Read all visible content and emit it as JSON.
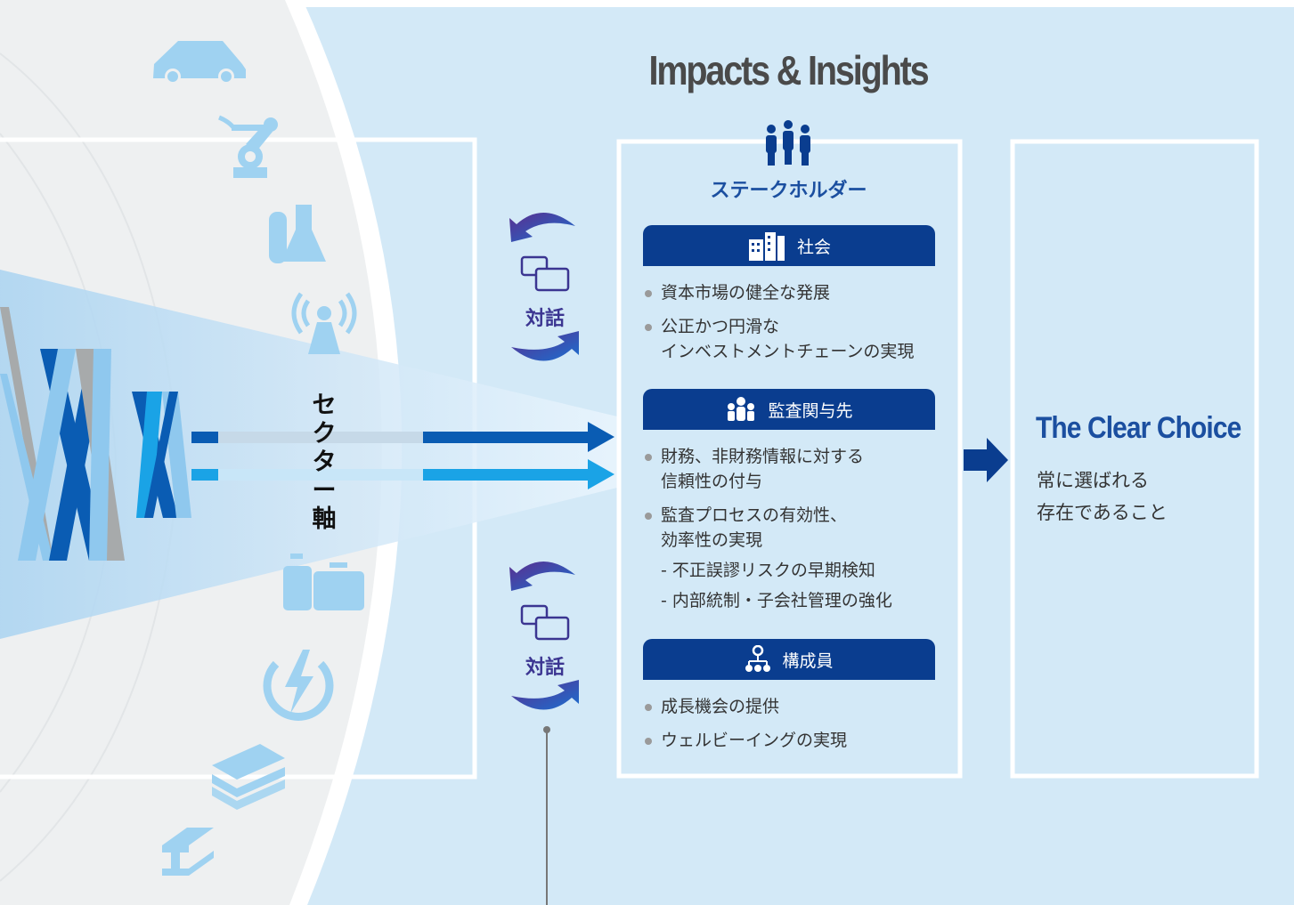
{
  "title": "Impacts & Insights",
  "sector_axis": [
    "セ",
    "ク",
    "タ",
    "ー",
    "軸"
  ],
  "dialogue_label": "対話",
  "stakeholder": {
    "title": "ステークホルダー",
    "groups": [
      {
        "name": "社会",
        "items": [
          {
            "text": "資本市場の健全な発展"
          },
          {
            "text": "公正かつ円滑な",
            "line2": "インベストメントチェーンの実現"
          }
        ]
      },
      {
        "name": "監査関与先",
        "items": [
          {
            "text": "財務、非財務情報に対する",
            "line2": "信頼性の付与"
          },
          {
            "text": "監査プロセスの有効性、",
            "line2": "効率性の実現"
          }
        ],
        "subitems": [
          "- 不正誤謬リスクの早期検知",
          "- 内部統制・子会社管理の強化"
        ]
      },
      {
        "name": "構成員",
        "items": [
          {
            "text": "成長機会の提供"
          },
          {
            "text": "ウェルビーイングの実現"
          }
        ]
      }
    ]
  },
  "clear_choice": {
    "title": "The Clear Choice",
    "line1": "常に選ばれる",
    "line2": "存在であること"
  },
  "colors": {
    "navy": "#0a3d8f",
    "blue": "#1b4fa0",
    "light_bg": "#d3e9f7",
    "purple": "#3b3591"
  },
  "sector_icons": [
    "car-icon",
    "robot-arm-icon",
    "lab-flask-icon",
    "antenna-icon",
    "luggage-icon",
    "power-icon",
    "money-stack-icon",
    "steel-beam-icon"
  ]
}
